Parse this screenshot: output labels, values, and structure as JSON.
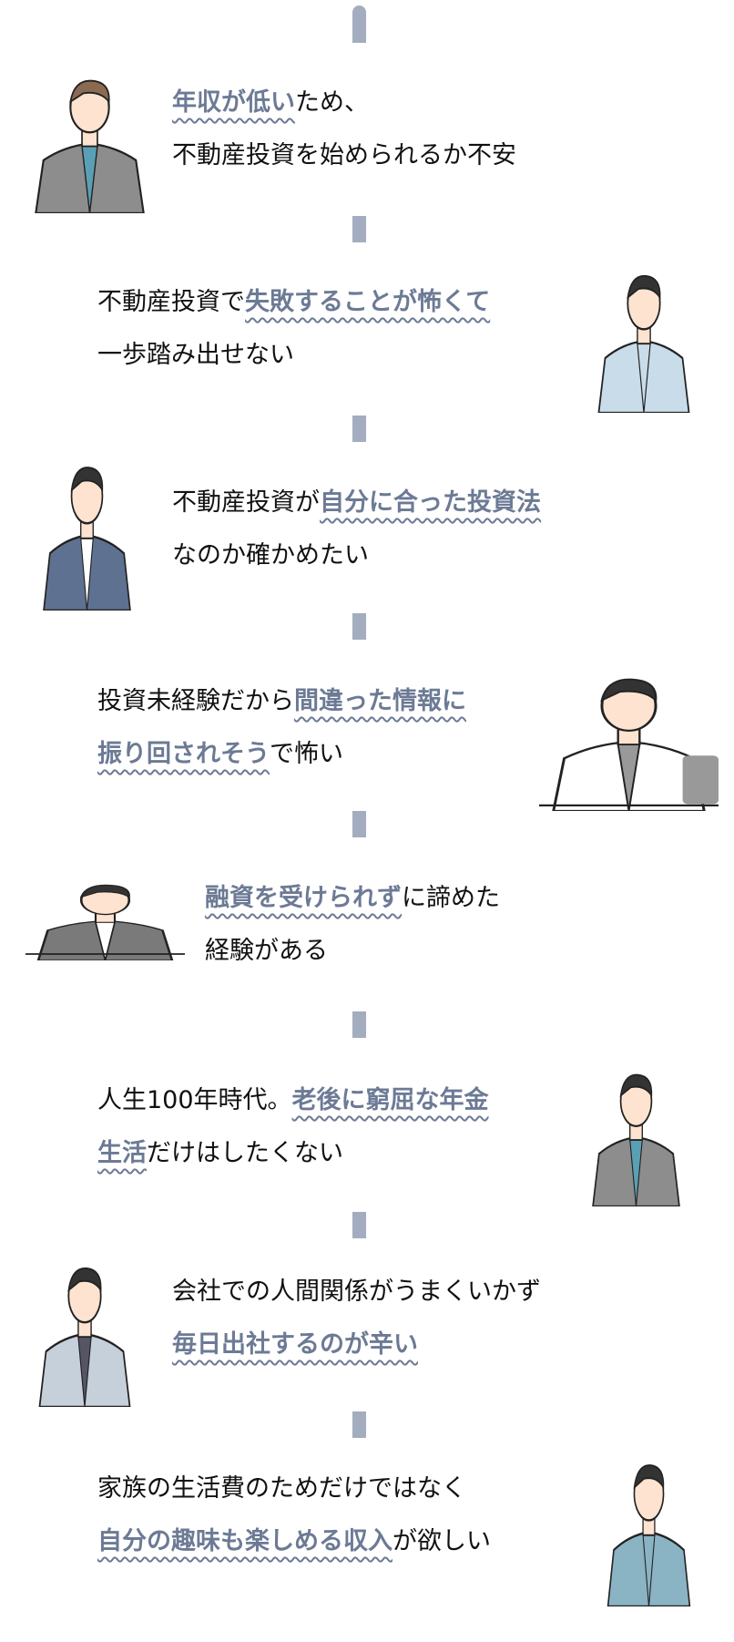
{
  "colors": {
    "highlight": "#6c7a95",
    "divider": "#a3adbf"
  },
  "items": [
    {
      "illustration": "worried-businessman-icon",
      "lines": [
        [
          {
            "t": "年収が低い",
            "hl": true
          },
          {
            "t": "ため、",
            "hl": false
          }
        ],
        [
          {
            "t": "不動産投資を始められるか不安",
            "hl": false
          }
        ]
      ]
    },
    {
      "illustration": "worried-woman-arms-crossed-icon",
      "lines": [
        [
          {
            "t": "不動産投資で",
            "hl": false
          },
          {
            "t": "失敗することが怖くて",
            "hl": true
          }
        ],
        [
          {
            "t": "一歩踏み出せない",
            "hl": false
          }
        ]
      ]
    },
    {
      "illustration": "thinking-man-icon",
      "lines": [
        [
          {
            "t": "不動産投資が",
            "hl": false
          },
          {
            "t": "自分に合った投資法",
            "hl": true
          }
        ],
        [
          {
            "t": "なのか確かめたい",
            "hl": false
          }
        ]
      ]
    },
    {
      "illustration": "stressed-man-at-desk-icon",
      "lines": [
        [
          {
            "t": "投資未経験だから",
            "hl": false
          },
          {
            "t": "間違った情報に",
            "hl": true
          }
        ],
        [
          {
            "t": "振り回されそう",
            "hl": true
          },
          {
            "t": "で怖い",
            "hl": false
          }
        ]
      ]
    },
    {
      "illustration": "dejected-man-at-table-icon",
      "lines": [
        [
          {
            "t": "融資を受けられず",
            "hl": true
          },
          {
            "t": "に諦めた",
            "hl": false
          }
        ],
        [
          {
            "t": "経験がある",
            "hl": false
          }
        ]
      ]
    },
    {
      "illustration": "worried-older-man-icon",
      "lines": [
        [
          {
            "t": "人生100年時代。",
            "hl": false
          },
          {
            "t": "老後に窮屈な年金",
            "hl": true
          }
        ],
        [
          {
            "t": "生活",
            "hl": true
          },
          {
            "t": "だけはしたくない",
            "hl": false
          }
        ]
      ]
    },
    {
      "illustration": "tired-office-worker-icon",
      "lines": [
        [
          {
            "t": "会社での人間関係がうまくいかず",
            "hl": false
          }
        ],
        [
          {
            "t": "毎日出社するのが辛い",
            "hl": true
          }
        ]
      ]
    },
    {
      "illustration": "sad-woman-hugging-knees-icon",
      "lines": [
        [
          {
            "t": "家族の生活費のためだけではなく",
            "hl": false
          }
        ],
        [
          {
            "t": "自分の趣味も楽しめる収入",
            "hl": true
          },
          {
            "t": "が欲しい",
            "hl": false
          }
        ]
      ]
    }
  ]
}
